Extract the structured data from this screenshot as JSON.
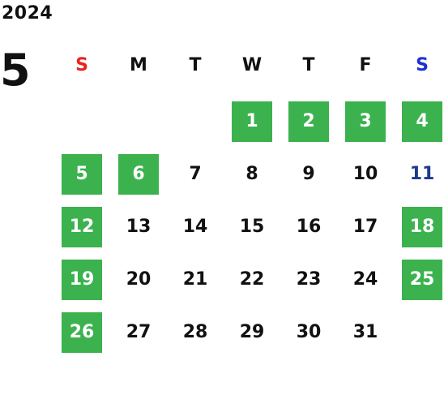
{
  "year": "2024",
  "month": "5",
  "colors": {
    "highlight": "#3cb24f",
    "sunday": "#e8231f",
    "saturday": "#1d2fd6",
    "saturday_date": "#1d3a8a",
    "text": "#111111"
  },
  "weekdays": [
    {
      "label": "S",
      "kind": "sun"
    },
    {
      "label": "M",
      "kind": "wk"
    },
    {
      "label": "T",
      "kind": "wk"
    },
    {
      "label": "W",
      "kind": "wk"
    },
    {
      "label": "T",
      "kind": "wk"
    },
    {
      "label": "F",
      "kind": "wk"
    },
    {
      "label": "S",
      "kind": "sat"
    }
  ],
  "days": [
    {
      "n": "1",
      "hl": true
    },
    {
      "n": "2",
      "hl": true
    },
    {
      "n": "3",
      "hl": true
    },
    {
      "n": "4",
      "hl": true
    },
    {
      "n": "5",
      "hl": true
    },
    {
      "n": "6",
      "hl": true
    },
    {
      "n": "7",
      "hl": false
    },
    {
      "n": "8",
      "hl": false
    },
    {
      "n": "9",
      "hl": false
    },
    {
      "n": "10",
      "hl": false
    },
    {
      "n": "11",
      "hl": false
    },
    {
      "n": "12",
      "hl": true
    },
    {
      "n": "13",
      "hl": false
    },
    {
      "n": "14",
      "hl": false
    },
    {
      "n": "15",
      "hl": false
    },
    {
      "n": "16",
      "hl": false
    },
    {
      "n": "17",
      "hl": false
    },
    {
      "n": "18",
      "hl": true
    },
    {
      "n": "19",
      "hl": true
    },
    {
      "n": "20",
      "hl": false
    },
    {
      "n": "21",
      "hl": false
    },
    {
      "n": "22",
      "hl": false
    },
    {
      "n": "23",
      "hl": false
    },
    {
      "n": "24",
      "hl": false
    },
    {
      "n": "25",
      "hl": true
    },
    {
      "n": "26",
      "hl": true
    },
    {
      "n": "27",
      "hl": false
    },
    {
      "n": "28",
      "hl": false
    },
    {
      "n": "29",
      "hl": false
    },
    {
      "n": "30",
      "hl": false
    },
    {
      "n": "31",
      "hl": false
    }
  ]
}
